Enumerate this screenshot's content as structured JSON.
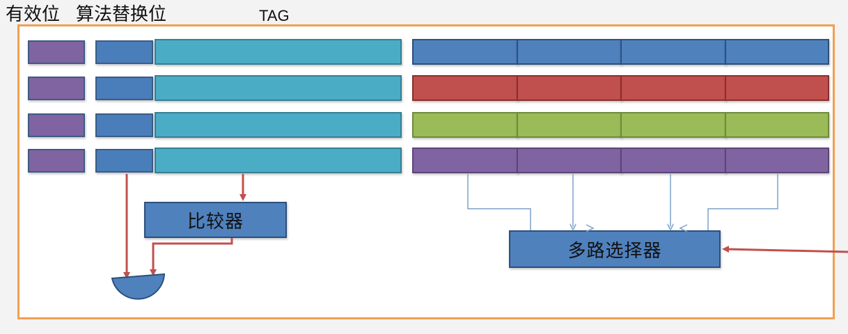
{
  "header": {
    "valid_label": "有效位",
    "algo_label": "算法替换位",
    "tag_label": "TAG"
  },
  "comparator_label": "比较器",
  "mux_label": "多路选择器",
  "colors": {
    "frame": "#f0a050",
    "valid": "#8064a2",
    "algo": "#4a7ebb",
    "tag": "#4bacc6",
    "line_blue": "#4f81bd",
    "line_red": "#c0504d",
    "line_green": "#9bbb59",
    "line_violet": "#8064a2",
    "red_wire": "#c0504d",
    "blue_wire": "#7aa0c8"
  },
  "rows": [
    {
      "data_color": "blue"
    },
    {
      "data_color": "red"
    },
    {
      "data_color": "green"
    },
    {
      "data_color": "violet"
    }
  ]
}
